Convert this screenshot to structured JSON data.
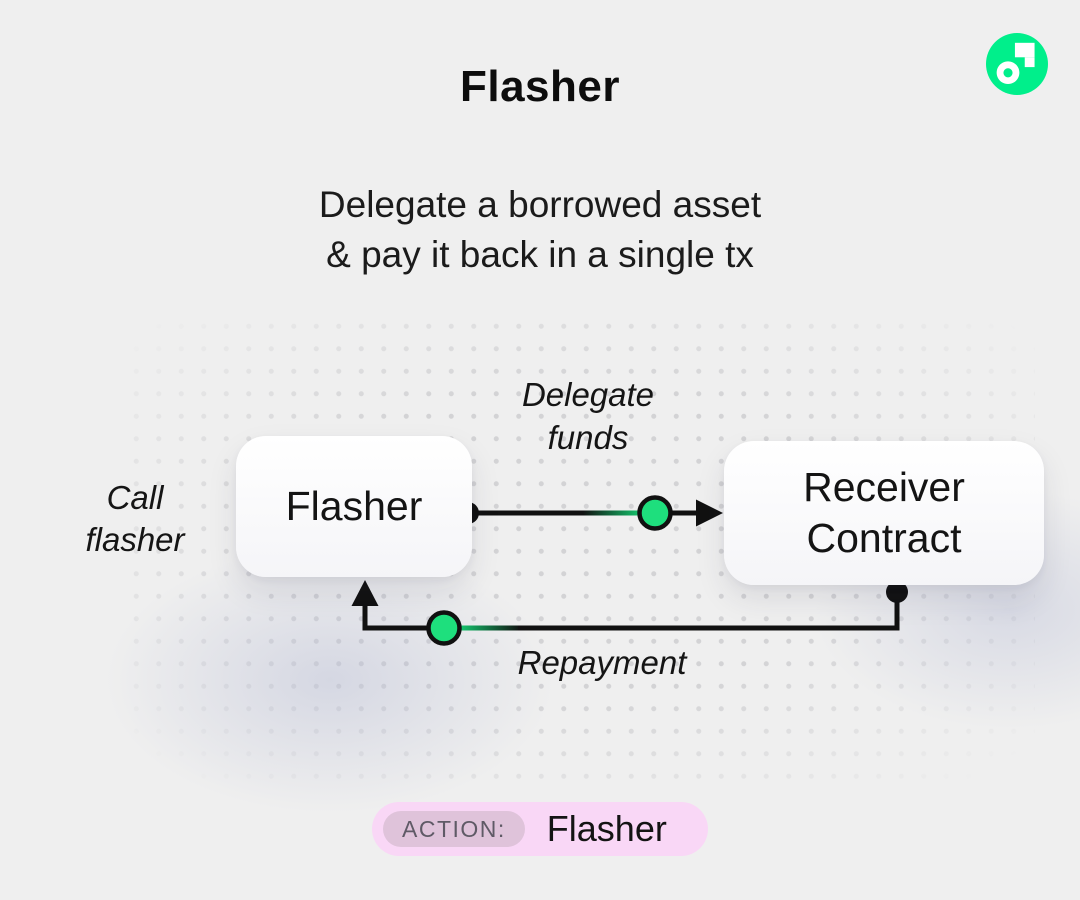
{
  "header": {
    "title": "Flasher",
    "subtitle_line1": "Delegate a borrowed asset",
    "subtitle_line2": "& pay it back in a single tx"
  },
  "logo": {
    "name": "flow-logo",
    "circle_color": "#00EF8B",
    "glyph_color": "#ffffff"
  },
  "diagram": {
    "nodes": [
      {
        "id": "flasher",
        "label": "Flasher"
      },
      {
        "id": "receiver",
        "label_line1": "Receiver",
        "label_line2": "Contract"
      }
    ],
    "labels": {
      "call_line1": "Call",
      "call_line2": "flasher",
      "delegate_line1": "Delegate",
      "delegate_line2": "funds",
      "repayment": "Repayment"
    },
    "colors": {
      "accent_green": "#1EDF7D",
      "line_black": "#111111",
      "dot_grid": "#d3d3d5"
    }
  },
  "footer": {
    "action_label": "ACTION:",
    "action_value": "Flasher",
    "badge_bg": "#f9d7f6",
    "chip_bg": "#dfc3da"
  }
}
